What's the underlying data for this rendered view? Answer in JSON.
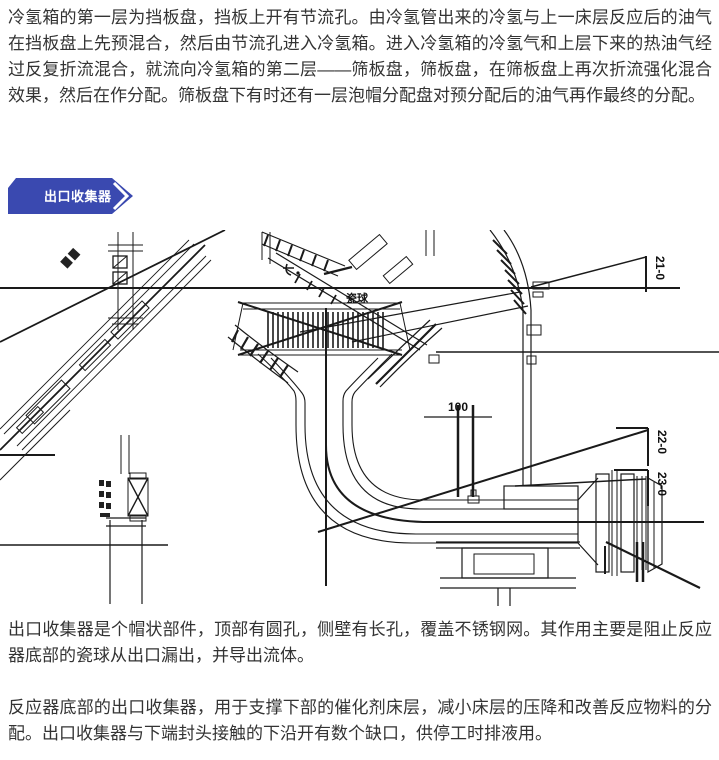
{
  "colors": {
    "banner_blue": "#3a49b0",
    "body_text": "#333333",
    "line": "#1a1a1a"
  },
  "intro": {
    "text": "冷氢箱的第一层为挡板盘，挡板上开有节流孔。由冷氢管出来的冷氢与上一床层反应后的油气在挡板盘上先预混合，然后由节流孔进入冷氢箱。进入冷氢箱的冷氢气和上层下来的热油气经过反复折流混合，就流向冷氢箱的第二层——筛板盘，筛板盘，在筛板盘上再次折流强化混合效果，然后在作分配。筛板盘下有时还有一层泡帽分配盘对预分配后的油气再作最终的分配。"
  },
  "banner": {
    "label": "出口收集器"
  },
  "figure": {
    "label_ceramic_balls": "瓷球",
    "dim_100": "100",
    "dim_21_0": "21-0",
    "dim_22_0": "22-0",
    "dim_23_0": "23-0"
  },
  "body": {
    "p1": "出口收集器是个帽状部件，顶部有圆孔，侧壁有长孔，覆盖不锈钢网。其作用主要是阻止反应器底部的瓷球从出口漏出，并导出流体。",
    "p2": "反应器底部的出口收集器，用于支撑下部的催化剂床层，减小床层的压降和改善反应物料的分配。出口收集器与下端封头接触的下沿开有数个缺口，供停工时排液用。"
  }
}
